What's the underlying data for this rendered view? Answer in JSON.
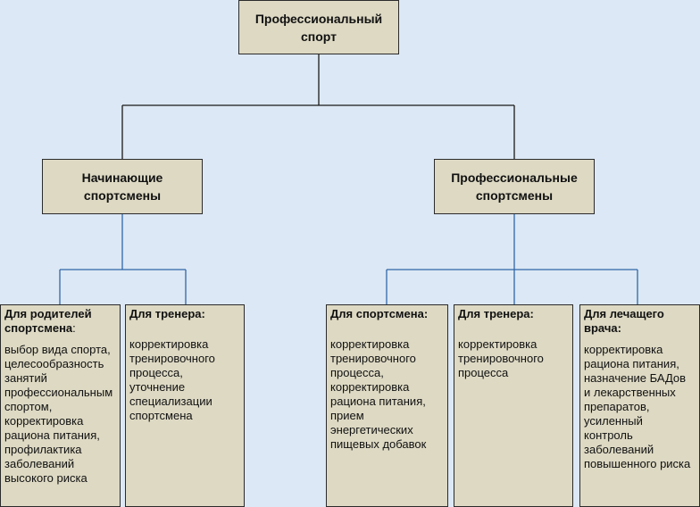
{
  "root": {
    "line1": "Профессиональный",
    "line2": "спорт"
  },
  "branch_left": {
    "line1": "Начинающие",
    "line2": "спортсмены"
  },
  "branch_right": {
    "line1": "Профессиональные",
    "line2": "спортсмены"
  },
  "leaves": [
    {
      "title": "Для родителей спортсмена",
      "suffix": ":",
      "body": "выбор вида спорта,\nцелесообразность\nзанятий\nпрофессиональным\nспортом,\nкорректировка\nрациона питания,\nпрофилактика\nзаболеваний\nвысокого риска"
    },
    {
      "title": "Для тренера:",
      "suffix": "",
      "body": "корректировка\nтренировочного\nпроцесса,\nуточнение\nспециализации\nспортсмена"
    },
    {
      "title": "Для спортсмена:",
      "suffix": "",
      "body": "корректировка\nтренировочного\nпроцесса,\nкорректировка\nрациона питания,\nприем\nэнергетических\nпищевых добавок"
    },
    {
      "title": "Для тренера:",
      "suffix": "",
      "body": "корректировка\nтренировочного\nпроцесса"
    },
    {
      "title": "Для лечащего врача:",
      "suffix": "",
      "body": "корректировка\nрациона питания,\nназначение БАДов\nи лекарственных\nпрепаратов,\nусиленный\nконтроль\nзаболеваний\nповышенного риска"
    }
  ]
}
